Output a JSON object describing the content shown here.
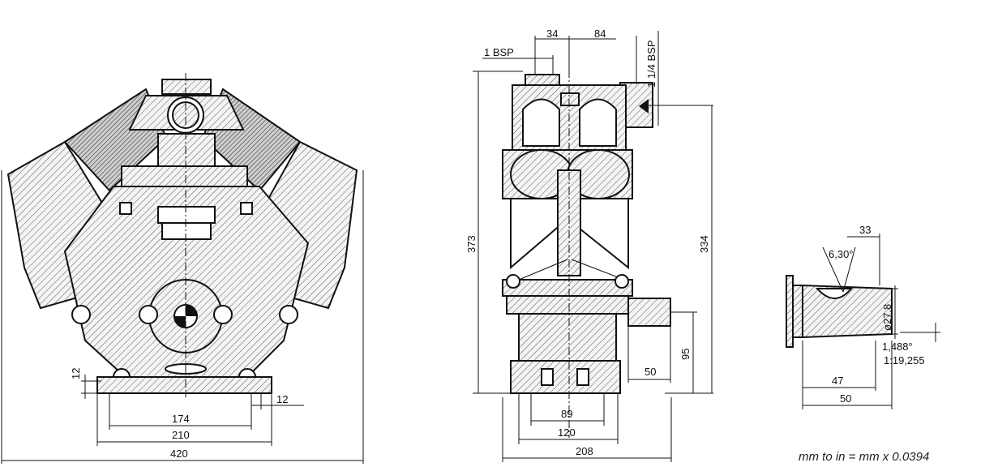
{
  "front_view": {
    "dim_overall_width": "420",
    "dim_base_outer": "210",
    "dim_base_holes": "174",
    "dim_foot_height": "12",
    "dim_foot_width": "12"
  },
  "side_view": {
    "label_inlet_thread": "1 BSP",
    "label_outlet_thread": "1 1/4 BSP",
    "dim_34": "34",
    "dim_84": "84",
    "dim_height_total": "373",
    "dim_height_334": "334",
    "dim_95": "95",
    "dim_50": "50",
    "dim_89": "89",
    "dim_120": "120",
    "dim_208": "208"
  },
  "shaft_detail": {
    "dim_33": "33",
    "dim_angle": "6,30°",
    "dim_diameter": "ø27,8",
    "dim_taper_angle": "1,488°",
    "dim_taper_ratio": "1:19,255",
    "dim_47": "47",
    "dim_50": "50"
  },
  "footnote": "mm to in = mm x 0.0394"
}
